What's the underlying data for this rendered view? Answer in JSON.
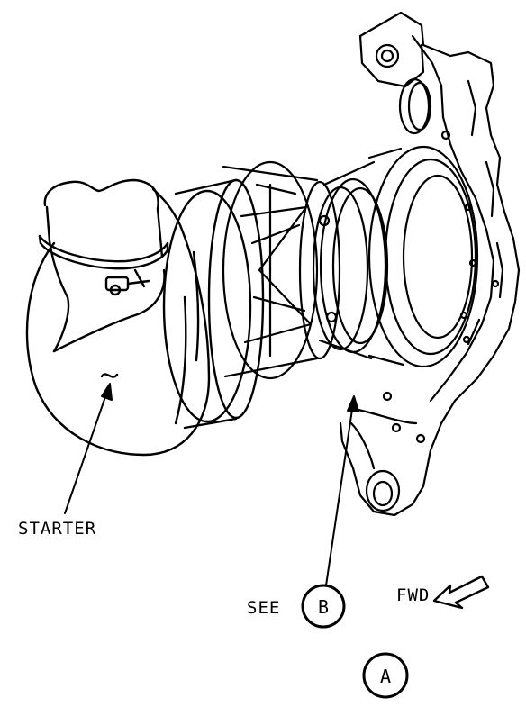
{
  "labels": {
    "starter": "STARTER",
    "see": "SEE",
    "see_callout": "B",
    "fwd": "FWD",
    "view": "A"
  },
  "icons": {
    "fwd_arrow": "hollow-arrow-left-icon"
  },
  "colors": {
    "ink": "#000000",
    "background": "#ffffff"
  }
}
